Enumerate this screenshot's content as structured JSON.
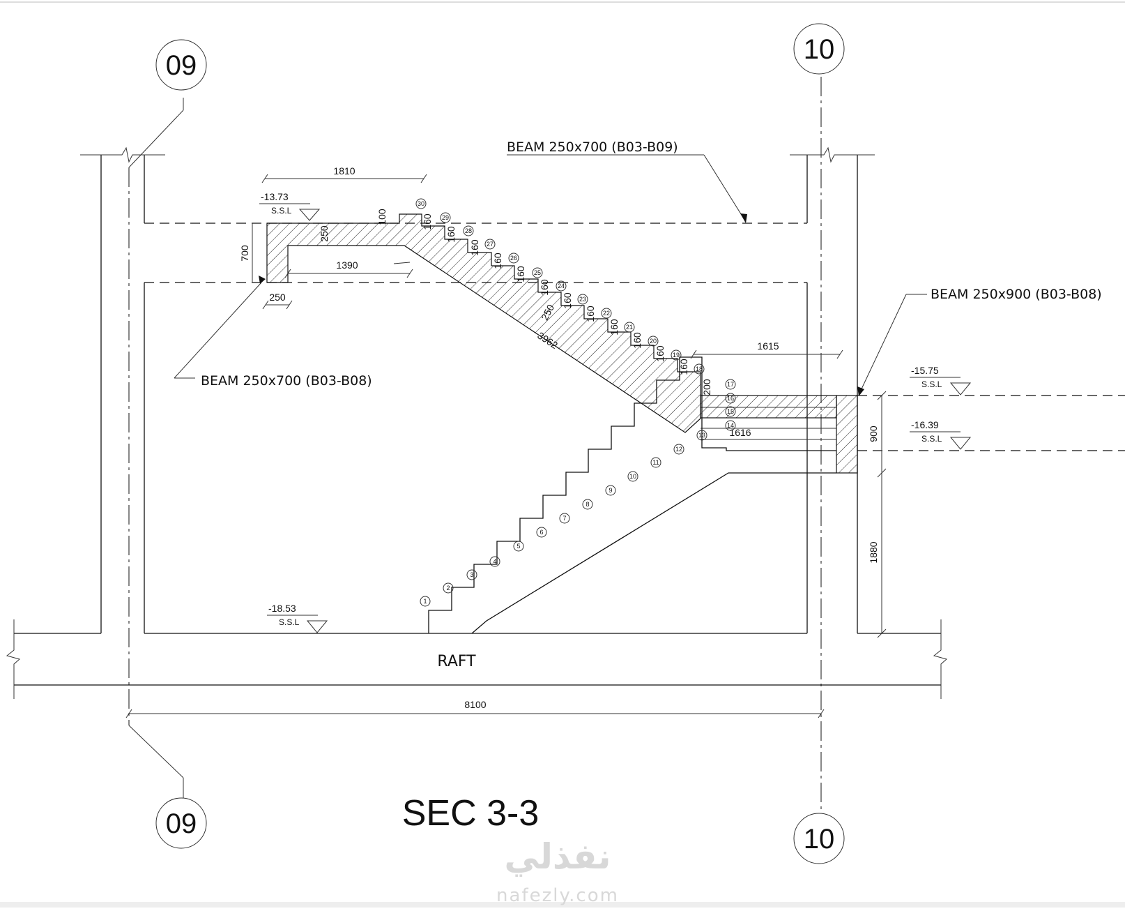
{
  "drawing": {
    "title": "SEC 3-3",
    "raft_label": "RAFT",
    "grid": {
      "left": "09",
      "right": "10"
    },
    "beams": {
      "top": "BEAM 250x700 (B03-B09)",
      "left": "BEAM 250x700 (B03-B08)",
      "right": "BEAM 250x900 (B03-B08)"
    },
    "levels": [
      {
        "value": "-13.73",
        "tag": "S.S.L"
      },
      {
        "value": "-15.75",
        "tag": "S.S.L"
      },
      {
        "value": "-16.39",
        "tag": "S.S.L"
      },
      {
        "value": "-18.53",
        "tag": "S.S.L"
      }
    ],
    "dims": {
      "top_landing": "1810",
      "landing_inner": "1390",
      "beam_depth": "700",
      "beam_width": "250",
      "slab_thk": "250",
      "flight_len": "3962",
      "flight_thk": "250",
      "step_top": "100",
      "step_bot": "200",
      "riser": "160",
      "mid_landing": "1615",
      "mid_landing_lower": "1616",
      "right_beam": "900",
      "right_lower": "1880",
      "overall": "8100"
    },
    "steps_upper": [
      "30",
      "29",
      "28",
      "27",
      "26",
      "25",
      "24",
      "23",
      "22",
      "21",
      "20",
      "19",
      "18",
      "17",
      "16",
      "15",
      "14"
    ],
    "steps_lower": [
      "13",
      "12",
      "11",
      "10",
      "9",
      "8",
      "7",
      "6",
      "5",
      "4",
      "3",
      "2",
      "1"
    ],
    "watermark": {
      "arabic": "نفذلي",
      "site": "nafezly.com"
    }
  }
}
